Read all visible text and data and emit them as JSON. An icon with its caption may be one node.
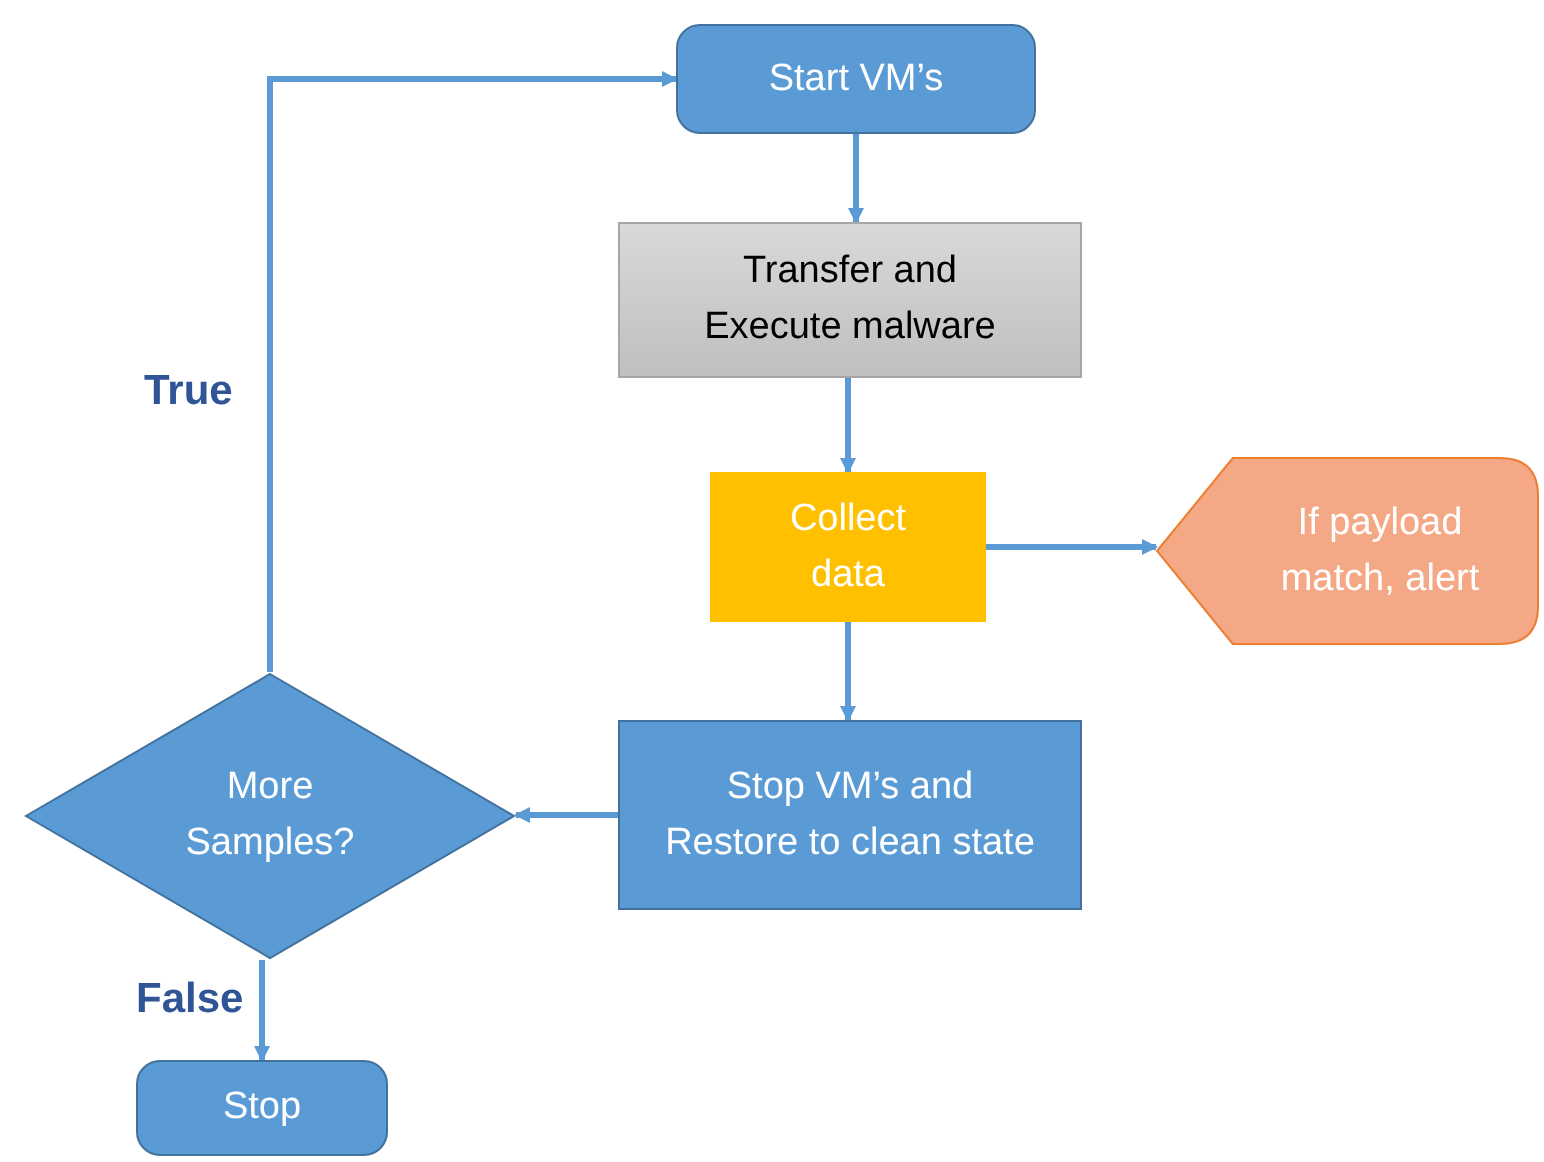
{
  "diagram": {
    "nodes": [
      {
        "text": [
          "Start VM’s"
        ]
      },
      {
        "text": [
          "Transfer and Execute malware"
        ]
      },
      {
        "text": [
          "Collect data"
        ]
      },
      {
        "text": [
          "If payload match, alert"
        ]
      },
      {
        "text": [
          "Stop VM’s and Restore to clean state"
        ]
      },
      {
        "text": [
          "More Samples?"
        ]
      },
      {
        "text": [
          "Stop"
        ]
      }
    ],
    "edges": [
      {
        "from": 0,
        "to": 1,
        "arrow": "to"
      },
      {
        "from": 1,
        "to": 2,
        "arrow": "to"
      },
      {
        "from": 2,
        "to": 3,
        "arrow": "to"
      },
      {
        "from": 2,
        "to": 4,
        "arrow": "to"
      },
      {
        "from": 4,
        "to": 5,
        "arrow": "to"
      },
      {
        "from": 5,
        "to": 0,
        "arrow": "to",
        "label": "True"
      },
      {
        "from": 5,
        "to": 6,
        "arrow": "to",
        "label": "False"
      }
    ]
  }
}
